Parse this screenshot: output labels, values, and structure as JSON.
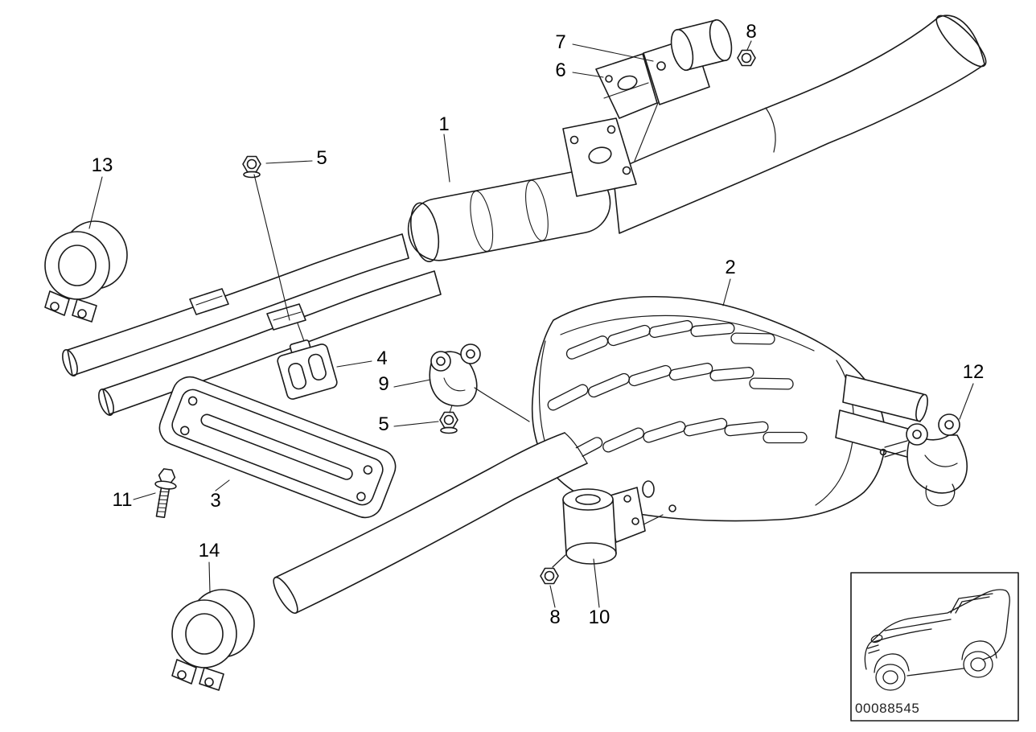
{
  "diagram": {
    "background": "#ffffff",
    "ink": "#1a1a1a",
    "part_number": "00088545",
    "callouts": [
      {
        "label": "7"
      },
      {
        "label": "8"
      },
      {
        "label": "6"
      },
      {
        "label": "1"
      },
      {
        "label": "5"
      },
      {
        "label": "13"
      },
      {
        "label": "2"
      },
      {
        "label": "4"
      },
      {
        "label": "9"
      },
      {
        "label": "12"
      },
      {
        "label": "5"
      },
      {
        "label": "11"
      },
      {
        "label": "3"
      },
      {
        "label": "14"
      },
      {
        "label": "8"
      },
      {
        "label": "10"
      }
    ]
  }
}
